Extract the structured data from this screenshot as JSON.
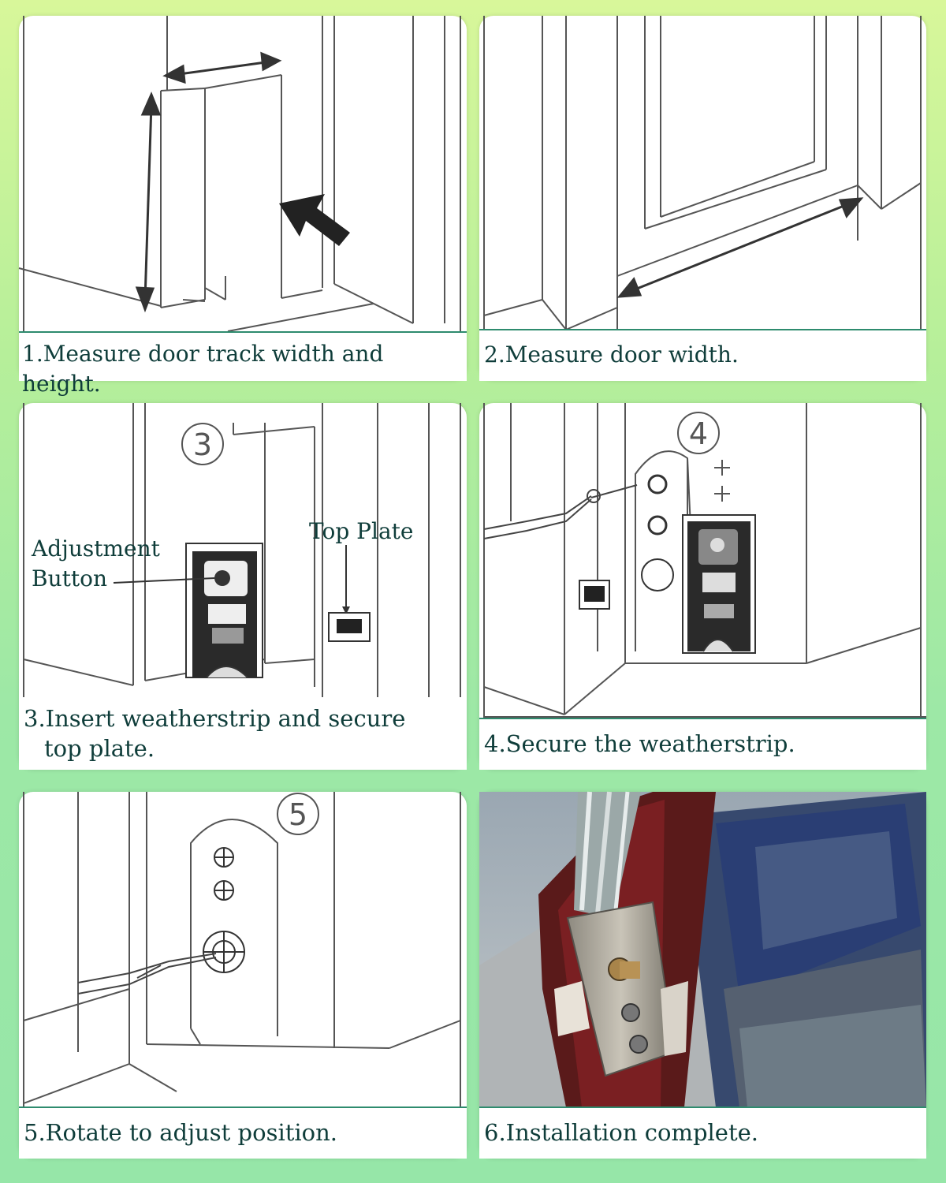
{
  "colors": {
    "caption_text": "#0f3d3a",
    "divider": "#2e8b6e",
    "bg_top": "#d8f79a",
    "bg_bottom": "#96e6a8"
  },
  "steps": [
    {
      "caption": "1.Measure door track width and height."
    },
    {
      "caption": "2.Measure door width."
    },
    {
      "caption_line1": "3.Insert weatherstrip and secure",
      "caption_line2": "top plate.",
      "step_number": "3",
      "label_adjustment_1": "Adjustment",
      "label_adjustment_2": "Button",
      "label_top_plate": "Top Plate"
    },
    {
      "caption": "4.Secure the weatherstrip.",
      "step_number": "4"
    },
    {
      "caption": "5.Rotate to adjust position.",
      "step_number": "5"
    },
    {
      "caption": "6.Installation complete."
    }
  ],
  "icons": [
    "double-arrow-icon",
    "pointer-arrow-icon",
    "screwdriver-icon",
    "screw-hole-icon",
    "plus-icon"
  ]
}
